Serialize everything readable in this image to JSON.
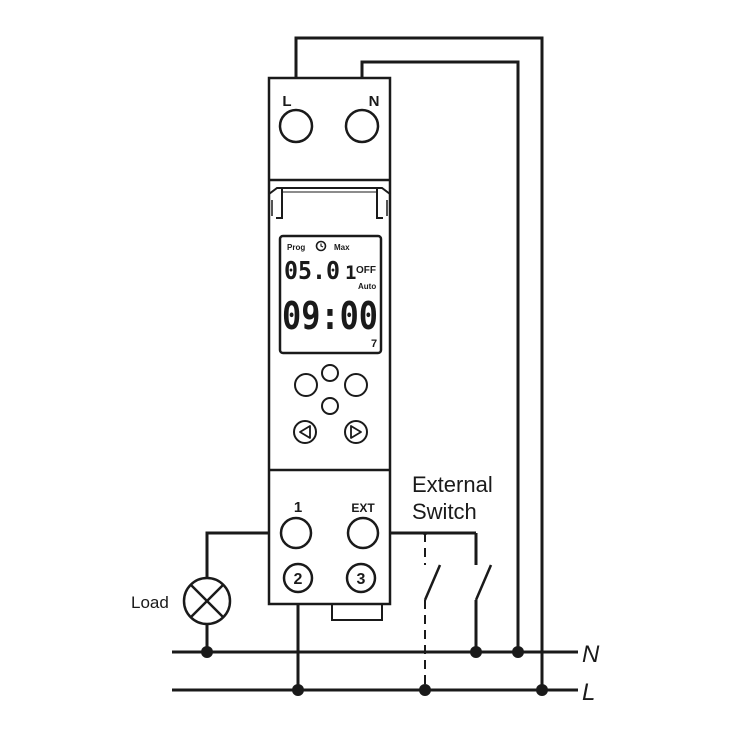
{
  "device": {
    "terminals_top": {
      "live": "L",
      "neutral": "N"
    },
    "lcd": {
      "top_row": {
        "prog": "Prog",
        "max": "Max"
      },
      "date_value": "05.0",
      "program_number": "1",
      "status": "OFF",
      "mode": "Auto",
      "time": "09:00",
      "weekday": "7"
    },
    "terminals_bottom": {
      "t1": "1",
      "ext": "EXT",
      "t2": "2",
      "t3": "3"
    }
  },
  "labels": {
    "external_switch_line1": "External",
    "external_switch_line2": "Switch",
    "load": "Load",
    "bus_n": "N",
    "bus_l": "L"
  },
  "colors": {
    "line": "#1a1a1a",
    "background": "#ffffff"
  }
}
